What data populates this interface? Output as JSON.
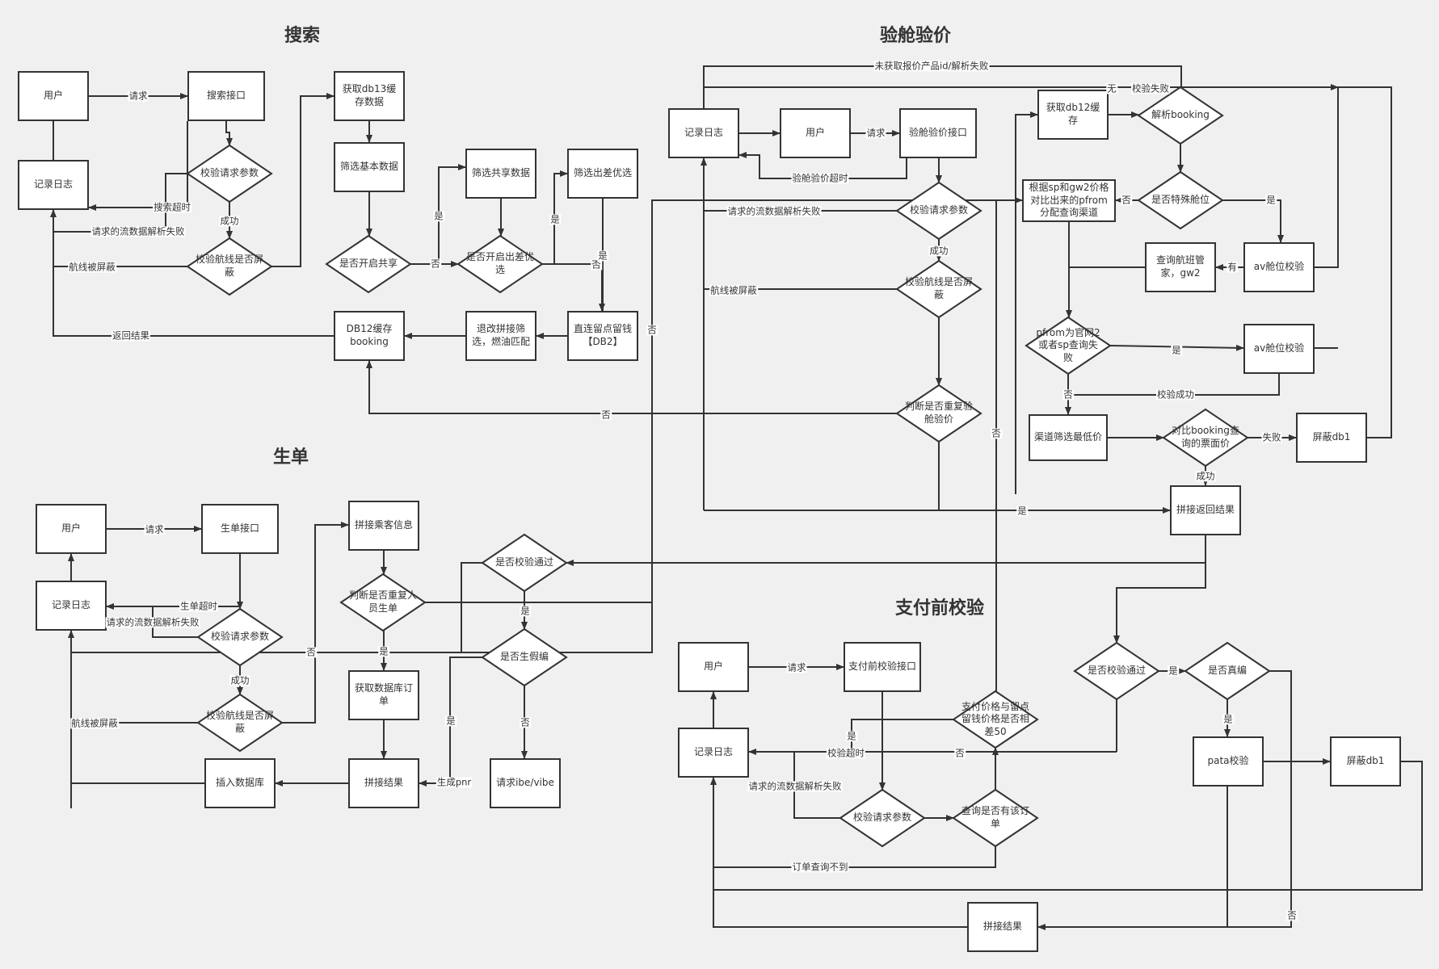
{
  "titles": {
    "search": "搜索",
    "verify": "验舱验价",
    "order": "生单",
    "prepay": "支付前校验"
  },
  "search": {
    "nodes": {
      "user": "用户",
      "api": "搜索接口",
      "log": "记录日志",
      "check_params": "校验请求参数",
      "check_route": "校验航线是否屏蔽",
      "db13": "获取db13缓存数据",
      "filter_basic": "筛选基本数据",
      "is_share": "是否开启共享",
      "filter_share": "筛选共享数据",
      "is_trip": "是否开启出差优选",
      "filter_trip": "筛选出差优选",
      "direct": "直连留点留钱【DB2】",
      "refund": "退改拼接筛选，燃油匹配",
      "db12": "DB12缓存booking"
    },
    "labels": {
      "request": "请求",
      "timeout": "搜索超时",
      "parse_fail": "请求的流数据解析失败",
      "success": "成功",
      "blocked": "航线被屏蔽",
      "return": "返回结果",
      "share_yes": "是",
      "share_no": "否",
      "trip_yes": "是",
      "trip_no": "否",
      "trip_yes2": "是"
    }
  },
  "verify": {
    "nodes": {
      "log": "记录日志",
      "user": "用户",
      "api": "验舱验价接口",
      "check_params": "校验请求参数",
      "check_route": "校验航线是否屏蔽",
      "is_repeat": "判断是否重复验舱验价",
      "db12": "获取db12缓存",
      "parse_booking": "解析booking",
      "is_special": "是否特殊舱位",
      "assign_channel": "根据sp和gw2价格对比出来的pfrom分配查询渠道",
      "query_gw2": "查询航班管家，gw2",
      "av_check1": "av舱位校验",
      "pfrom_check": "pfrom为官网2或者sp查询失败",
      "av_check2": "av舱位校验",
      "lowest": "渠道筛选最低价",
      "compare_price": "对比booking查询的票面价",
      "block_db1": "屏蔽db1",
      "result": "拼接返回结果"
    },
    "labels": {
      "no_quote": "未获取报价产品id/解析失败",
      "none": "无",
      "check_fail": "校验失败",
      "request": "请求",
      "timeout": "验舱验价超时",
      "parse_fail": "请求的流数据解析失败",
      "success": "成功",
      "blocked": "航线被屏蔽",
      "repeat_no": "否",
      "repeat_yes": "是",
      "special_no": "否",
      "special_yes": "是",
      "has": "有",
      "pfrom_yes": "是",
      "pfrom_no": "否",
      "check_ok": "校验成功",
      "fail": "失败",
      "compare_ok": "成功",
      "no_vertical": "否",
      "no_left": "否"
    }
  },
  "order": {
    "nodes": {
      "user": "用户",
      "api": "生单接口",
      "log": "记录日志",
      "check_params": "校验请求参数",
      "check_route": "校验航线是否屏蔽",
      "insert_db": "插入数据库",
      "passenger": "拼接乘客信息",
      "is_dup": "判断是否重复人员生单",
      "get_order": "获取数据库订单",
      "join_result": "拼接结果",
      "is_pass": "是否校验通过",
      "is_fake": "是否生假编",
      "ibe": "请求ibe/vibe"
    },
    "labels": {
      "request": "请求",
      "timeout": "生单超时",
      "parse_fail": "请求的流数据解析失败",
      "success": "成功",
      "blocked": "航线被屏蔽",
      "no": "否",
      "dup_yes": "是",
      "pass_yes": "是",
      "fake_yes": "是",
      "fake_no": "否",
      "pnr": "生成pnr"
    }
  },
  "prepay": {
    "nodes": {
      "user": "用户",
      "api": "支付前校验接口",
      "log": "记录日志",
      "check_params": "校验请求参数",
      "has_order": "查询是否有该订单",
      "price_diff": "支付价格与留点留钱价格是否相差50",
      "is_pass": "是否校验通过",
      "is_real": "是否真编",
      "pata": "pata校验",
      "block_db1": "屏蔽db1",
      "join_result": "拼接结果"
    },
    "labels": {
      "request": "请求",
      "yes": "是",
      "timeout": "校验超时",
      "no": "否",
      "parse_fail": "请求的流数据解析失败",
      "not_found": "订单查询不到",
      "pass_yes": "是",
      "real_yes": "是",
      "real_no": "否"
    }
  }
}
